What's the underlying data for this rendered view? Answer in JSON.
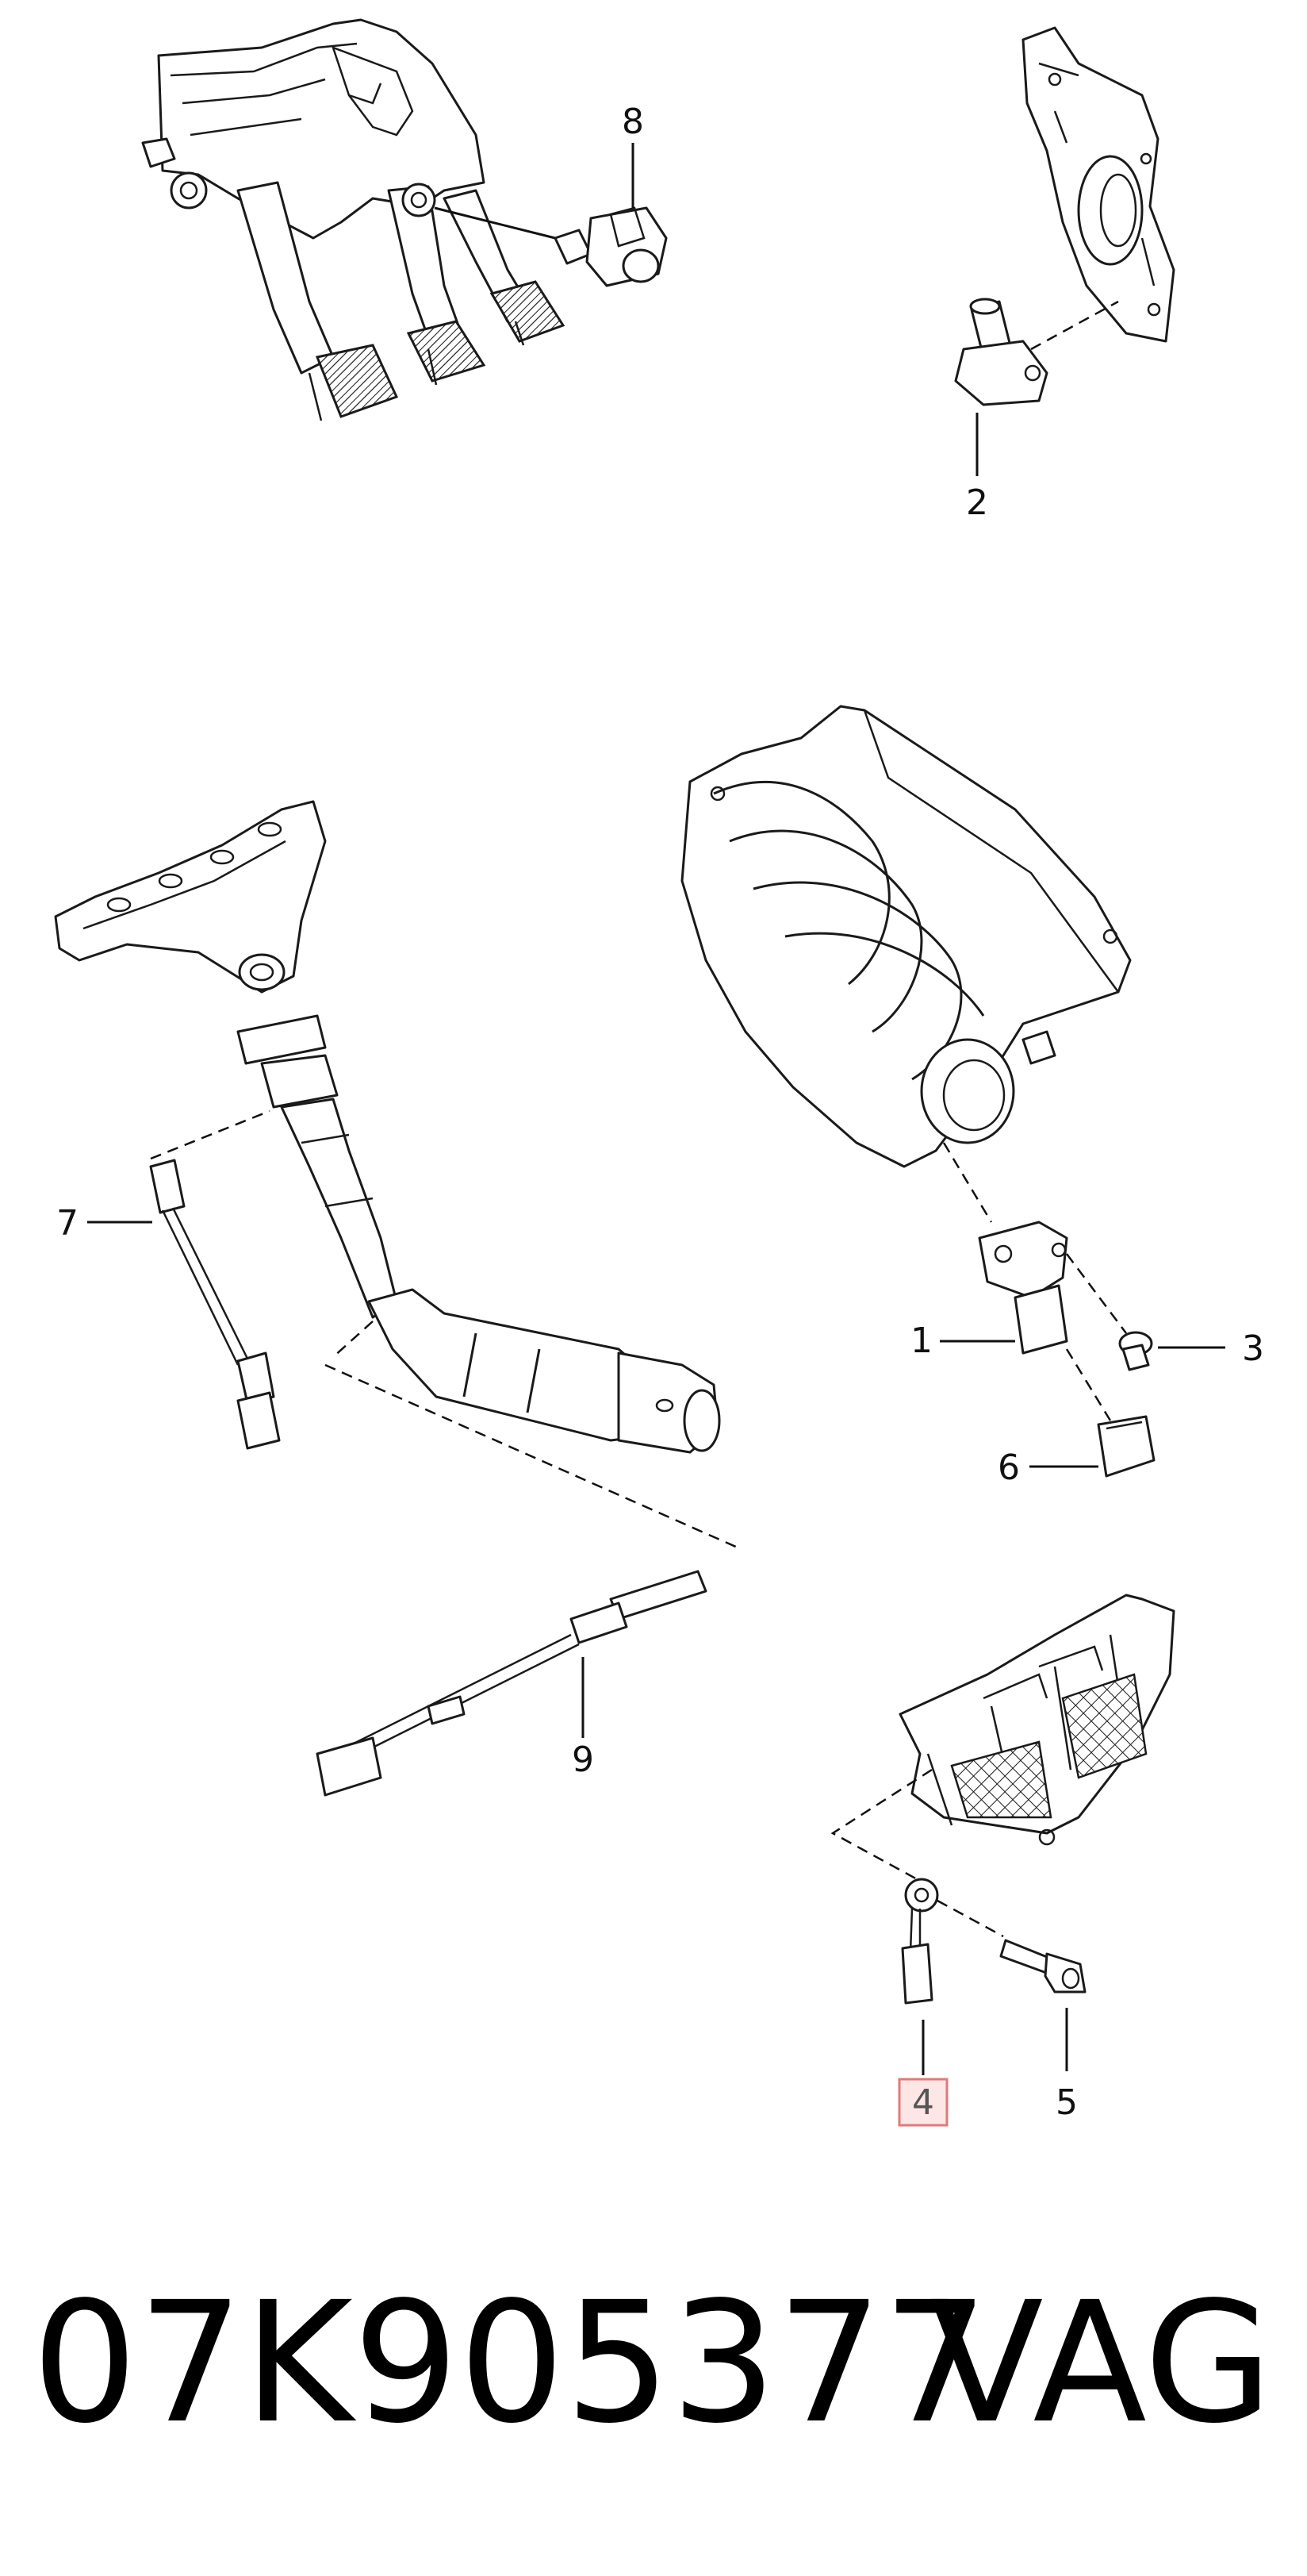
{
  "callouts": [
    {
      "num": "1",
      "highlighted": false
    },
    {
      "num": "2",
      "highlighted": false
    },
    {
      "num": "3",
      "highlighted": false
    },
    {
      "num": "4",
      "highlighted": true
    },
    {
      "num": "5",
      "highlighted": false
    },
    {
      "num": "6",
      "highlighted": false
    },
    {
      "num": "7",
      "highlighted": false
    },
    {
      "num": "8",
      "highlighted": false
    },
    {
      "num": "9",
      "highlighted": false
    }
  ],
  "caption": {
    "part_number": "07K905377",
    "brand": "VAG"
  },
  "colors": {
    "line": "#1a1a1a",
    "highlight_fill": "#fde6e6",
    "highlight_border": "#e07a7a"
  }
}
